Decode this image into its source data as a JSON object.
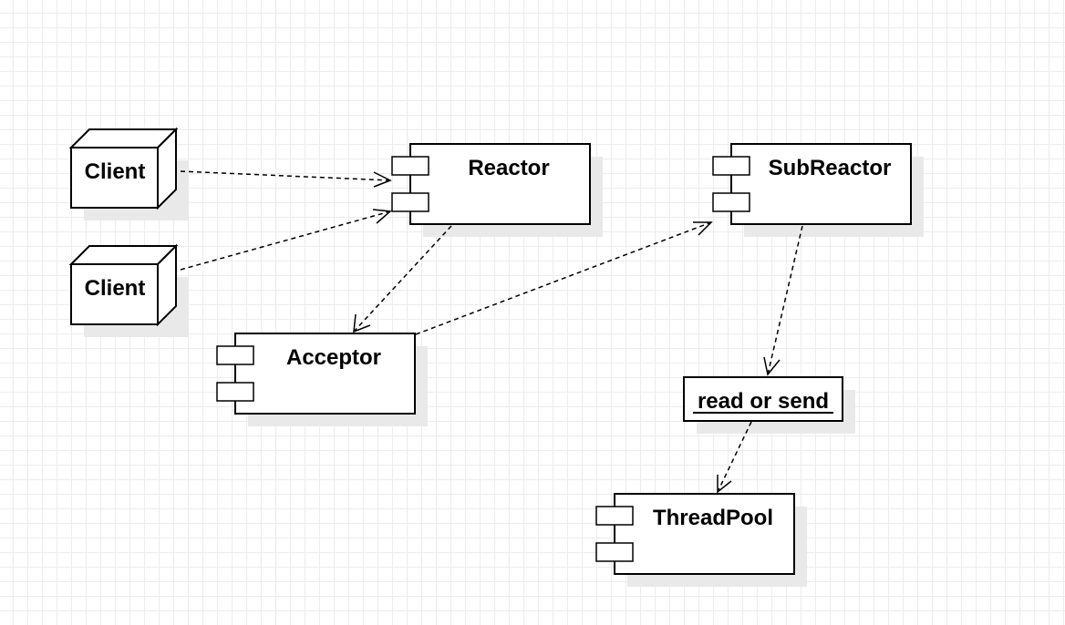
{
  "nodes": {
    "client_1": "Client",
    "client_2": "Client",
    "reactor": "Reactor",
    "subreactor": "SubReactor",
    "acceptor": "Acceptor",
    "read_or_send": "read or send",
    "threadpool": "ThreadPool"
  }
}
